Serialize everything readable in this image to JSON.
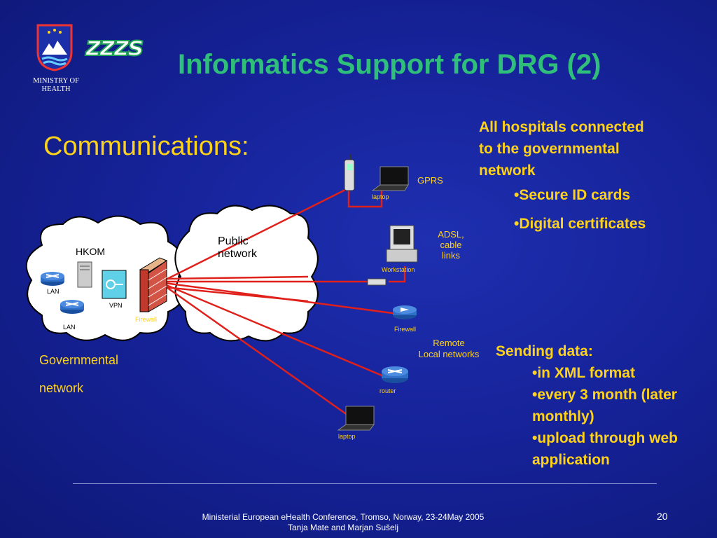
{
  "header": {
    "ministry_line1": "MINISTRY OF",
    "ministry_line2": "HEALTH",
    "logo_text": "zzzs",
    "title": "Informatics Support for DRG (2)"
  },
  "subtitle": "Communications:",
  "right_panel": {
    "heading_line1": "All hospitals connected",
    "heading_line2": "to the governmental",
    "heading_line3": "network",
    "bullets": [
      "•Secure ID cards",
      "•Digital certificates"
    ]
  },
  "sending": {
    "heading": "Sending data:",
    "bullets": [
      "•in XML format",
      "•every 3 month (later",
      "monthly)",
      "•upload through web",
      "application"
    ]
  },
  "diagram": {
    "hkom": "HKOM",
    "lan1": "LAN",
    "lan2": "LAN",
    "vpn": "VPN",
    "firewall_left": "Firewall",
    "public_line1": "Public",
    "public_line2": "network",
    "gprs": "GPRS",
    "laptop_top": "laptop",
    "adsl_line1": "ADSL,",
    "adsl_line2": "cable",
    "adsl_line3": "links",
    "workstation": "Workstation",
    "firewall_right": "Firewall",
    "remote_line1": "Remote",
    "remote_line2": "Local networks",
    "router": "router",
    "laptop_bottom": "laptop",
    "gov_line1": "Governmental",
    "gov_line2": "network"
  },
  "footer": {
    "line1": "Ministerial European eHealth Conference, Tromso, Norway, 23-24May 2005",
    "line2": "Tanja Mate and Marjan Sušelj",
    "page": "20"
  }
}
